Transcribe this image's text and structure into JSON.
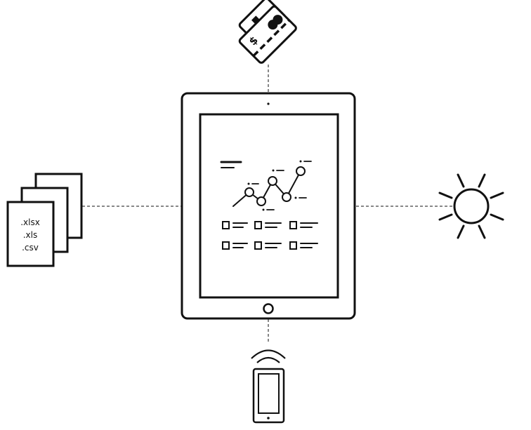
{
  "diagram": {
    "colors": {
      "stroke": "#111111",
      "background": "#ffffff"
    },
    "center": {
      "icon": "tablet-icon",
      "screen_content": "dashboard-line-chart"
    },
    "top": {
      "icon": "credit-card-icon",
      "symbol": "$"
    },
    "left": {
      "icon": "spreadsheet-files-icon",
      "file_types": [
        ".xlsx",
        ".xls",
        ".csv"
      ]
    },
    "right": {
      "icon": "sun-icon"
    },
    "bottom": {
      "icon": "smartphone-wireless-icon"
    }
  }
}
